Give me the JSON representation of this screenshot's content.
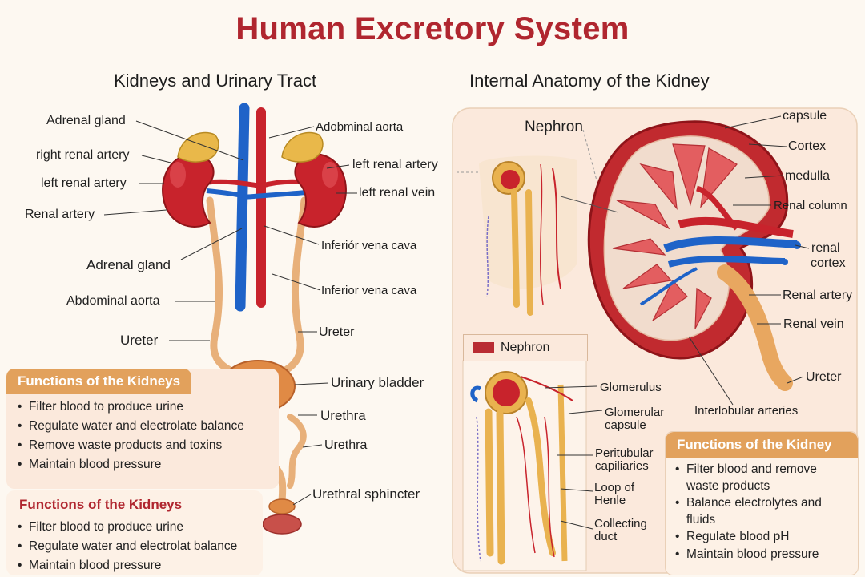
{
  "title": "Human Excretory System",
  "left_section": {
    "subtitle": "Kidneys and Urinary Tract",
    "labels": {
      "adrenal_gland_top": "Adrenal gland",
      "right_renal_artery": "right renal artery",
      "left_renal_artery_l": "left renal artery",
      "renal_artery": "Renal artery",
      "adrenal_gland_mid": "Adrenal gland",
      "abdominal_aorta_l": "Abdominal aorta",
      "ureter_l": "Ureter",
      "adobminal_aorta": "Adobminal aorta",
      "left_renal_artery_r": "left renal artery",
      "left_renal_vein": "left renal vein",
      "inferior_vena_cava_1": "Inferiór vena cava",
      "inferior_vena_cava_2": "Inferior vena cava",
      "ureter_r": "Ureter",
      "urinary_bladder": "Urinary bladder",
      "urethra_1": "Urethra",
      "urethra_2": "Urethra",
      "urethral_sphincter": "Urethral sphincter"
    },
    "panel1": {
      "heading": "Functions of the Kidneys",
      "items": [
        "Filter blood to produce urine",
        "Regulate water and electrolate balance",
        "Remove waste products and toxins",
        "Maintain blood pressure"
      ]
    },
    "panel2": {
      "heading": "Functions of the Kidneys",
      "items": [
        "Filter blood to produce urine",
        "Regulate water and electrolat balance",
        "Maintain blood pressure"
      ]
    }
  },
  "right_section": {
    "subtitle": "Internal Anatomy of the Kidney",
    "nephron_title": "Nephron",
    "nephron_tag": "Nephron",
    "labels": {
      "capsule": "capsule",
      "cortex": "Cortex",
      "medulla": "medulla",
      "renal_column": "Renal column",
      "renal_cortex_1": "renal",
      "renal_cortex_2": "cortex",
      "renal_artery": "Renal artery",
      "renal_vein": "Renal vein",
      "ureter": "Ureter",
      "interlobular_arteries": "Interlobular arteries",
      "glomerulus": "Glomerulus",
      "glomerular_capsule_1": "Glomerular",
      "glomerular_capsule_2": "capsule",
      "peritubular_1": "Peritubular",
      "peritubular_2": "capiliaries",
      "loop_1": "Loop of",
      "loop_2": "Henle",
      "collecting_1": "Collecting",
      "collecting_2": "duct"
    },
    "panel": {
      "heading": "Functions of the Kidney",
      "items": [
        "Filter blood and remove",
        "waste products",
        "Balance electrolytes and",
        "fluids",
        "Regulate blood pH",
        "Maintain blood pressure"
      ]
    }
  },
  "colors": {
    "title": "#b0262f",
    "kidney_red": "#c8232c",
    "vein_blue": "#1f63c8",
    "ureter_tan": "#e8b07a",
    "adrenal_yellow": "#e9b84a",
    "panel_orange": "#e2a15c"
  }
}
